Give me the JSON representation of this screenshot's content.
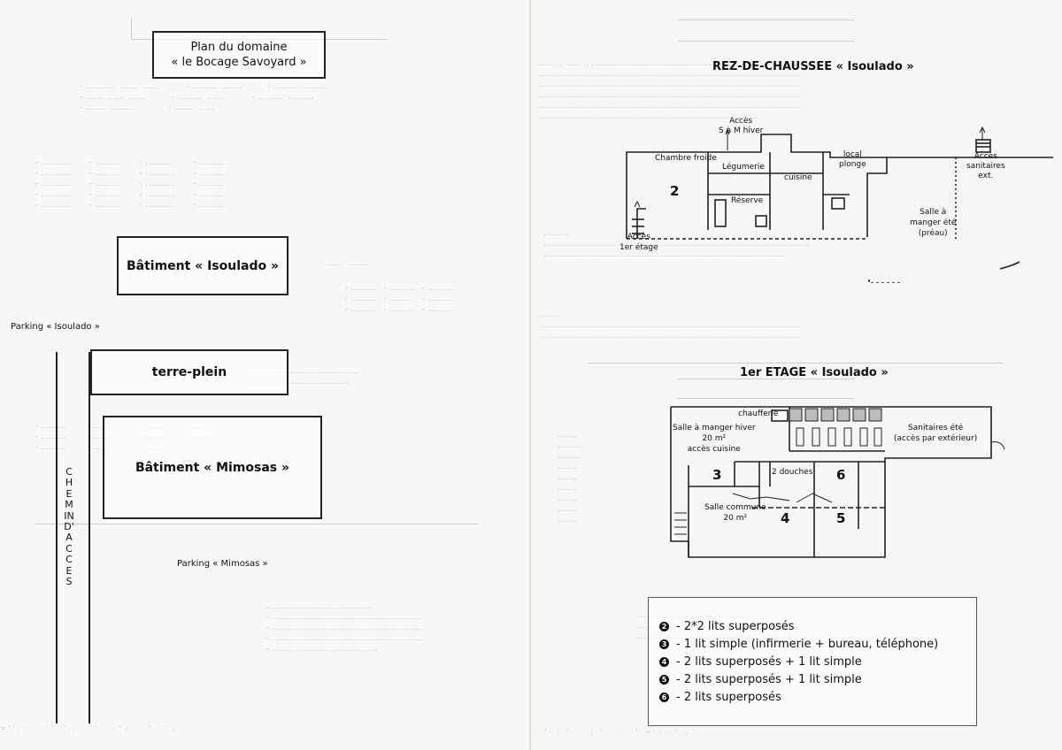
{
  "left_page": {
    "plan_title": [
      "Plan du domaine",
      "« le Bocage Savoyard »"
    ],
    "batiment_isoulado": "Bâtiment « Isoulado »",
    "parking_isoulado": "Parking « Isoulado »",
    "terre_plein": "terre-plein",
    "batiment_mimosas": "Bâtiment « Mimosas »",
    "chemin_acces": "CHEMIN D' ACCES",
    "parking_mimosas": "Parking « Mimosas »"
  },
  "right_page": {
    "rdc_title": "REZ-DE-CHAUSSEE « Isoulado »",
    "rdc_rooms": {
      "acces_sm": [
        "Accès",
        "S à M hiver"
      ],
      "chambre_froide": "Chambre froide",
      "legumerie": "Légumerie",
      "local_plonge": [
        "local",
        "plonge"
      ],
      "cuisine": "cuisine",
      "reserve": "Réserve",
      "room_2": "2",
      "acces_etage": [
        "Accès",
        "1er étage"
      ],
      "acces_sanitaires": [
        "Accès",
        "sanitaires",
        "ext."
      ],
      "salle_manger_ete": [
        "Salle à",
        "manger été",
        "(préau)"
      ]
    },
    "etage_title": "1er ETAGE « Isoulado »",
    "etage_rooms": {
      "chaufferie": "chaufferie",
      "salle_manger_hiver": [
        "Salle à manger hiver",
        "20 m²",
        "accès cuisine"
      ],
      "sanitaires_ete": [
        "Sanitaires été",
        "(accès par extérieur)"
      ],
      "douches": "2 douches",
      "salle_commune": [
        "Salle commune",
        "20 m²"
      ],
      "room_3": "3",
      "room_4": "4",
      "room_5": "5",
      "room_6": "6"
    },
    "legend": [
      {
        "num": "2",
        "text": "- 2*2 lits superposés"
      },
      {
        "num": "3",
        "text": "- 1 lit simple (infirmerie + bureau, téléphone)"
      },
      {
        "num": "4",
        "text": "- 2 lits superposés + 1 lit simple"
      },
      {
        "num": "5",
        "text": "- 2 lits superposés + 1 lit simple"
      },
      {
        "num": "6",
        "text": "- 2 lits superposés"
      }
    ]
  }
}
